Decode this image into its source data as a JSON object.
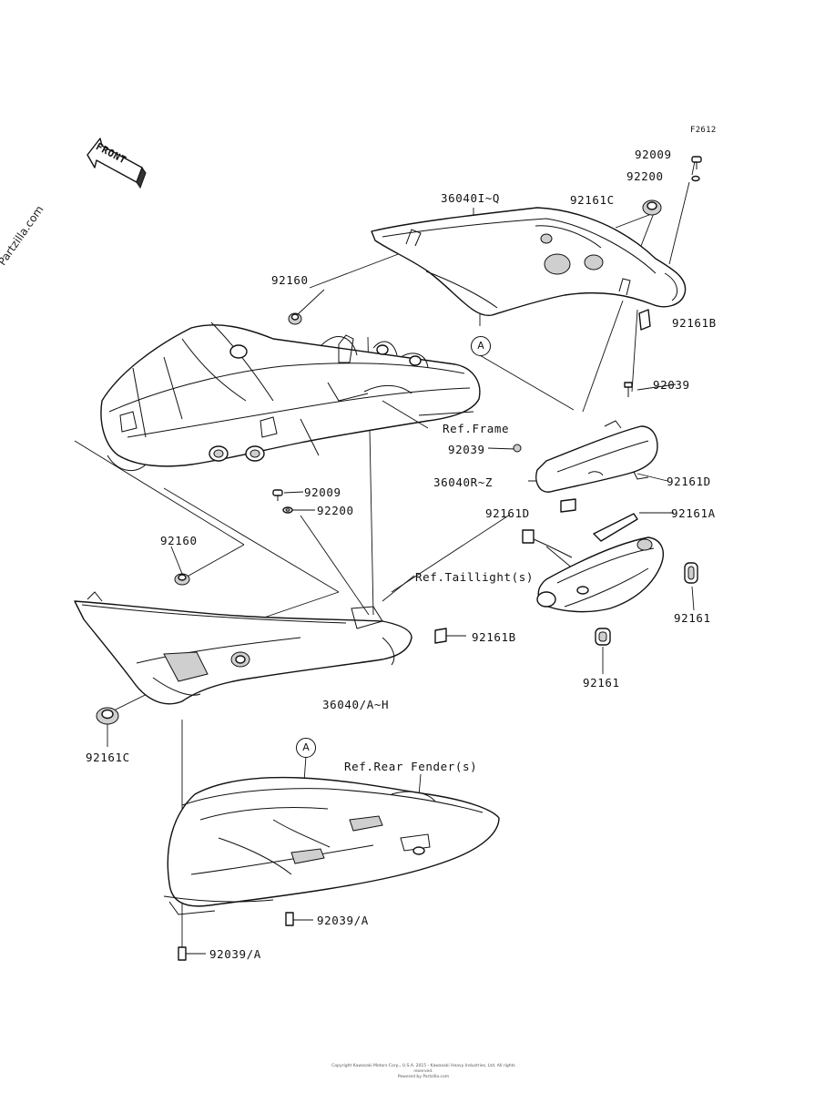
{
  "figure_code": "F2612",
  "watermark": "© Partzilla.com",
  "front_arrow": "FRONT",
  "callouts": {
    "a_top": "A",
    "a_bottom": "A"
  },
  "labels": {
    "p92009_top": "92009",
    "p92200_top": "92200",
    "p92161c_top": "92161C",
    "p36040i_q": "36040I~Q",
    "p92160_top": "92160",
    "p92161b_right": "92161B",
    "p92039_right": "92039",
    "ref_frame": "Ref.Frame",
    "p92039_mid": "92039",
    "p36040r_z": "36040R~Z",
    "p92161d_right": "92161D",
    "p92161d_mid": "92161D",
    "p92009_mid": "92009",
    "p92200_mid": "92200",
    "p92161a": "92161A",
    "p92160_left": "92160",
    "ref_taillight": "Ref.Taillight(s)",
    "p92161_right": "92161",
    "p92161b_mid": "92161B",
    "p92161_bottom": "92161",
    "p36040a_h": "36040/A~H",
    "p92161c_left": "92161C",
    "ref_rear_fender": "Ref.Rear Fender(s)",
    "p92039a_mid": "92039/A",
    "p92039a_bottom": "92039/A"
  },
  "copyright": {
    "line1": "Copyright Kawasaki Motors Corp., U.S.A. 2015 - Kawasaki Heavy Industries, Ltd. All rights reserved.",
    "line2": "Powered by Partzilla.com"
  }
}
